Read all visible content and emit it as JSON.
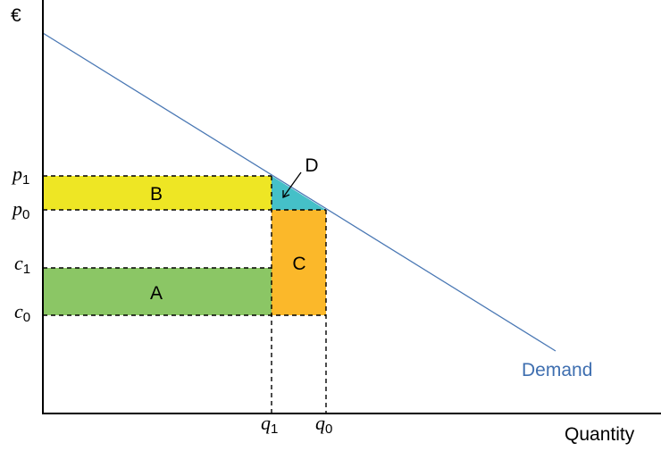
{
  "colors": {
    "demand_line": "#4a78b4",
    "demand_label": "#3f6fb0",
    "region_A": "#8bc665",
    "region_B": "#eee624",
    "region_C": "#fbb82a",
    "region_D": "#45c0c8",
    "axes": "#000000"
  },
  "axes": {
    "y_title": "€",
    "x_title": "Quantity"
  },
  "price_ticks": [
    {
      "base": "p",
      "sub": "1"
    },
    {
      "base": "p",
      "sub": "0"
    },
    {
      "base": "c",
      "sub": "1"
    },
    {
      "base": "c",
      "sub": "0"
    }
  ],
  "quantity_ticks": [
    {
      "base": "q",
      "sub": "1"
    },
    {
      "base": "q",
      "sub": "0"
    }
  ],
  "regions": {
    "A": "A",
    "B": "B",
    "C": "C",
    "D": "D"
  },
  "demand_label": "Demand"
}
